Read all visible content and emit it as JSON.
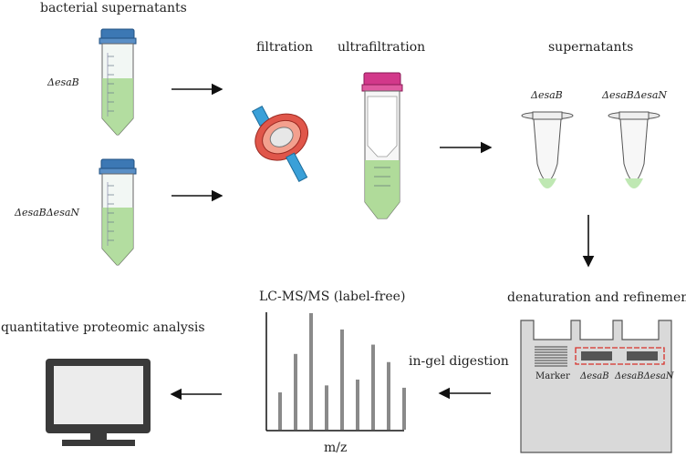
{
  "labels": {
    "bacterial_supernatants": "bacterial supernatants",
    "strain_a": "ΔesaB",
    "strain_b": "ΔesaBΔesaN",
    "filtration": "filtration",
    "ultrafiltration": "ultrafiltration",
    "supernatants": "supernatants",
    "tube_label_a": "ΔesaB",
    "tube_label_b": "ΔesaBΔesaN",
    "denaturation": "denaturation and refinement",
    "in_gel_digestion": "in-gel digestion",
    "lcms": "LC-MS/MS (label-free)",
    "mz": "m/z",
    "quant": "quantitative proteomic analysis",
    "gel_marker": "Marker",
    "gel_lane_a": "ΔesaB",
    "gel_lane_b": "ΔesaBΔesaN"
  },
  "spectrum": {
    "peaks": [
      0.32,
      0.65,
      1.0,
      0.38,
      0.86,
      0.43,
      0.73,
      0.58,
      0.36
    ],
    "bar_color": "#8a8a8a"
  },
  "colors": {
    "cap_blue": "#3c78b4",
    "liquid_green": "#a8d890",
    "ultra_cap": "#d2388a",
    "filter_orange": "#e0564a",
    "filter_blue": "#3aa0d8",
    "gel_fill": "#d9d9d9",
    "highlight_red": "#d8302a",
    "monitor_dark": "#3a3a3a"
  }
}
